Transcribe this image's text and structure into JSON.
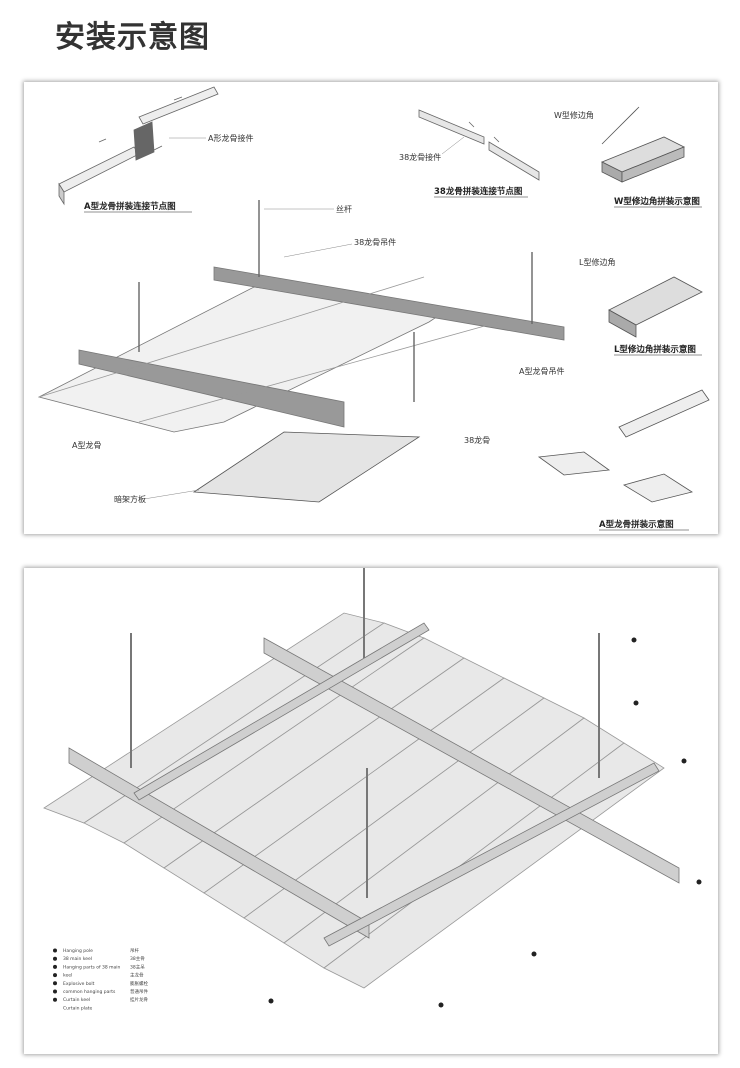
{
  "title": "安装示意图",
  "top_panel": {
    "labels": {
      "a_connector": "A形龙骨接件",
      "a_node_caption": "A型龙骨拼装连接节点图",
      "b38_connector": "38龙骨接件",
      "b38_node_caption": "38龙骨拼装连接节点图",
      "w_corner": "W型修边角",
      "w_caption": "W型修边角拼装示意图",
      "rod": "丝杆",
      "hanger38": "38龙骨吊件",
      "l_corner": "L型修边角",
      "l_caption": "L型修边角拼装示意图",
      "a_hanger": "A型龙骨吊件",
      "a_keel": "A型龙骨",
      "keel38": "38龙骨",
      "panel": "暗架方板",
      "a_assembly_caption": "A型龙骨拼装示意图"
    }
  },
  "bottom_panel": {
    "legend": [
      {
        "en": "Hanging pole",
        "cn": "吊杆"
      },
      {
        "en": "38 main keel",
        "cn": "38主骨"
      },
      {
        "en": "Hanging parts of 38 main",
        "cn": "38主吊"
      },
      {
        "en": "keel",
        "cn": "主龙骨"
      },
      {
        "en": "Explosive bolt",
        "cn": "膨胀螺栓"
      },
      {
        "en": "common hanging parts",
        "cn": "普通吊件"
      },
      {
        "en": "Curtain keel",
        "cn": "挂片龙骨"
      },
      {
        "en": "Curtain plate",
        "cn": ""
      }
    ]
  }
}
